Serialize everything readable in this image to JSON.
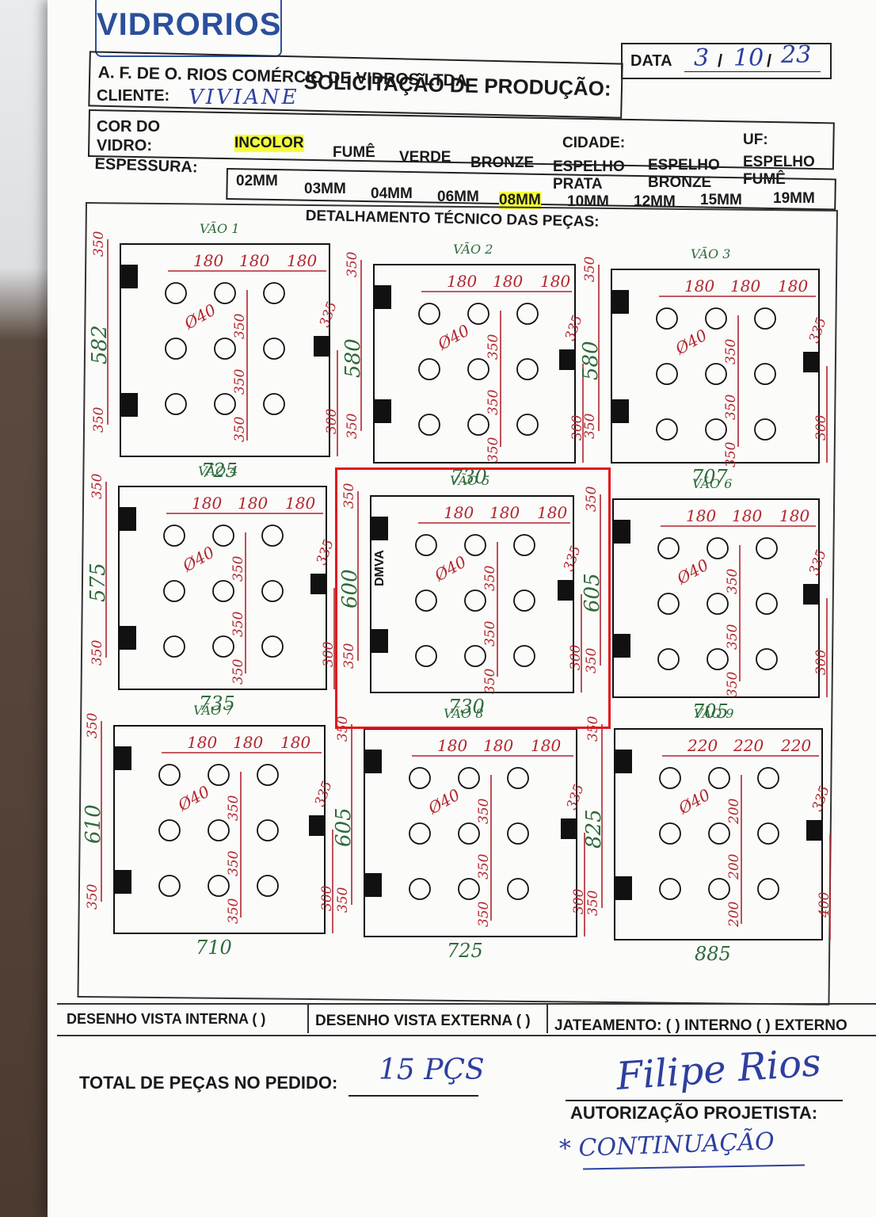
{
  "company": {
    "logo": "VIDRORIOS"
  },
  "header": {
    "date_label": "DATA",
    "date_day": "3",
    "date_month": "10",
    "date_year": "23",
    "title": "SOLICITAÇÃO DE PRODUÇÃO:",
    "company_name": "A. F. DE O. RIOS COMÉRCIO DE VIDROS LTDA",
    "client_label": "CLIENTE:",
    "client_value": "VIVIANE",
    "city_label": "CIDADE:",
    "uf_label": "UF:"
  },
  "glass_color": {
    "label_line1": "COR DO",
    "label_line2": "VIDRO:",
    "options": [
      "INCOLOR",
      "FUMÊ",
      "VERDE",
      "BRONZE",
      "ESPELHO PRATA",
      "ESPELHO BRONZE",
      "ESPELHO FUMÊ"
    ],
    "selected": "INCOLOR",
    "highlight_color": "#f4ff3a"
  },
  "thickness": {
    "label": "ESPESSURA:",
    "options": [
      "02MM",
      "03MM",
      "04MM",
      "06MM",
      "08MM",
      "10MM",
      "12MM",
      "15MM",
      "19MM"
    ],
    "selected": "08MM"
  },
  "section_title": "DETALHAMENTO TÉCNICO DAS PEÇAS:",
  "pieces": [
    {
      "label": "VÃO 1",
      "width": "725",
      "height": "582",
      "spacing": [
        "180",
        "180",
        "180"
      ],
      "hole": "Ø40",
      "v": [
        "350",
        "350",
        "350"
      ],
      "left_top": "350",
      "left_bottom": "350",
      "right": "335",
      "right_bottom": "300"
    },
    {
      "label": "VÃO 2",
      "width": "730",
      "height": "580",
      "spacing": [
        "180",
        "180",
        "180"
      ],
      "hole": "Ø40",
      "v": [
        "350",
        "350",
        "350"
      ],
      "left_top": "350",
      "left_bottom": "350",
      "right": "335",
      "right_bottom": "300"
    },
    {
      "label": "VÃO 3",
      "width": "707",
      "height": "580",
      "spacing": [
        "180",
        "180",
        "180"
      ],
      "hole": "Ø40",
      "v": [
        "350",
        "350",
        "350"
      ],
      "left_top": "350",
      "left_bottom": "350",
      "right": "335",
      "right_bottom": "300"
    },
    {
      "label": "VÃO 4",
      "width": "735",
      "height": "575",
      "spacing": [
        "180",
        "180",
        "180"
      ],
      "hole": "Ø40",
      "v": [
        "350",
        "350",
        "350"
      ],
      "left_top": "350",
      "left_bottom": "350",
      "right": "335",
      "right_bottom": "300"
    },
    {
      "label": "VÃO 5",
      "width": "730",
      "height": "600",
      "spacing": [
        "180",
        "180",
        "180"
      ],
      "hole": "Ø40",
      "v": [
        "350",
        "350",
        "350"
      ],
      "left_top": "350",
      "left_bottom": "350",
      "right": "335",
      "right_bottom": "300",
      "note": "DMVA"
    },
    {
      "label": "VÃO 6",
      "width": "705",
      "height": "605",
      "spacing": [
        "180",
        "180",
        "180"
      ],
      "hole": "Ø40",
      "v": [
        "350",
        "350",
        "350"
      ],
      "left_top": "350",
      "left_bottom": "350",
      "right": "335",
      "right_bottom": "300"
    },
    {
      "label": "VÃO 7",
      "width": "710",
      "height": "610",
      "spacing": [
        "180",
        "180",
        "180"
      ],
      "hole": "Ø40",
      "v": [
        "350",
        "350",
        "350"
      ],
      "left_top": "350",
      "left_bottom": "350",
      "right": "335",
      "right_bottom": "300"
    },
    {
      "label": "VÃO 8",
      "width": "725",
      "height": "605",
      "spacing": [
        "180",
        "180",
        "180"
      ],
      "hole": "Ø40",
      "v": [
        "350",
        "350",
        "350"
      ],
      "left_top": "350",
      "left_bottom": "350",
      "right": "335",
      "right_bottom": "300"
    },
    {
      "label": "VÃO 9",
      "width": "885",
      "height": "825",
      "spacing": [
        "220",
        "220",
        "220"
      ],
      "hole": "Ø40",
      "v": [
        "200",
        "200",
        "200"
      ],
      "left_top": "350",
      "left_bottom": "350",
      "right": "335",
      "right_bottom": "400"
    }
  ],
  "footer": {
    "internal_view": "DESENHO VISTA INTERNA ( )",
    "external_view": "DESENHO VISTA EXTERNA ( )",
    "sandblasting": "JATEAMENTO: ( ) INTERNO ( ) EXTERNO",
    "total_label": "TOTAL DE PEÇAS NO PEDIDO:",
    "total_value": "15 PÇS",
    "signature": "Filipe Rios",
    "authorization_label": "AUTORIZAÇÃO PROJETISTA:",
    "continuation": "* CONTINUAÇÃO"
  },
  "colors": {
    "ink_red": "#b0262e",
    "ink_green": "#2e6b3a",
    "ink_blue": "#2d3f9f",
    "selection_box": "#e0191f"
  }
}
